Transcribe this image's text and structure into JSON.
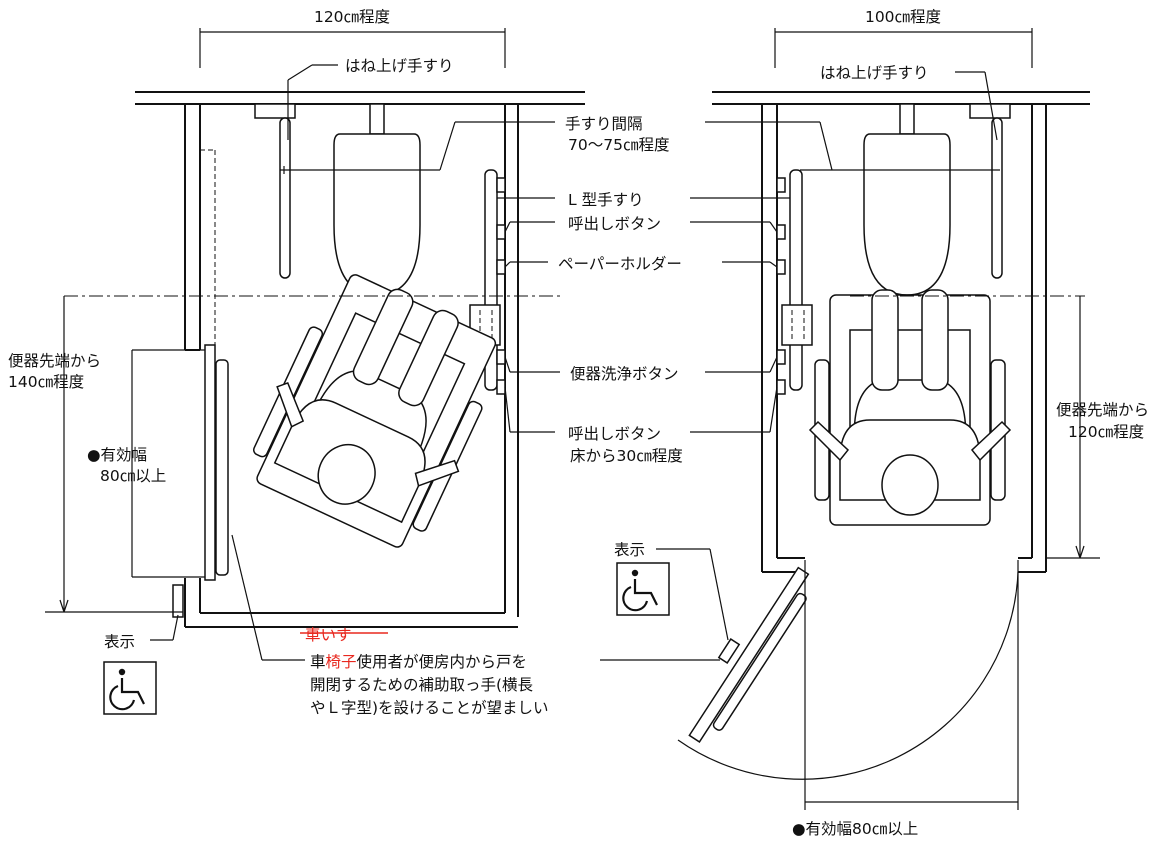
{
  "left_room": {
    "width_label": "120㎝程度",
    "grab_bar_label": "はね上げ手すり",
    "front_clearance_label": [
      "便器先端から",
      "140㎝程度"
    ],
    "door_width_label": [
      "●有効幅",
      "80㎝以上"
    ],
    "sign_label": "表示"
  },
  "right_room": {
    "width_label": "100㎝程度",
    "grab_bar_label": "はね上げ手すり",
    "front_clearance_label": [
      "便器先端から",
      "120㎝程度"
    ],
    "door_width_label": "●有効幅80㎝以上",
    "sign_label": "表示"
  },
  "center_callouts": {
    "rail_spacing": [
      "手すり間隔",
      "70〜75㎝程度"
    ],
    "l_rail": "L 型手すり",
    "call_button": "呼出しボタン",
    "paper_holder": "ペーパーホルダー",
    "flush_button": "便器洗浄ボタン",
    "call_button_low": [
      "呼出しボタン",
      "床から30㎝程度"
    ]
  },
  "note": {
    "strikethrough_text": "車いす",
    "line1_prefix": "車",
    "line1_insert": "椅子",
    "line1_suffix": "使用者が便房内から戸を",
    "line2": "開閉するための補助取っ手(横長",
    "line3": "やＬ字型)を設けることが望ましい"
  },
  "colors": {
    "ink": "#111111",
    "edit_red": "#e8281f"
  },
  "icons": [
    "wheelchair-access-icon"
  ]
}
